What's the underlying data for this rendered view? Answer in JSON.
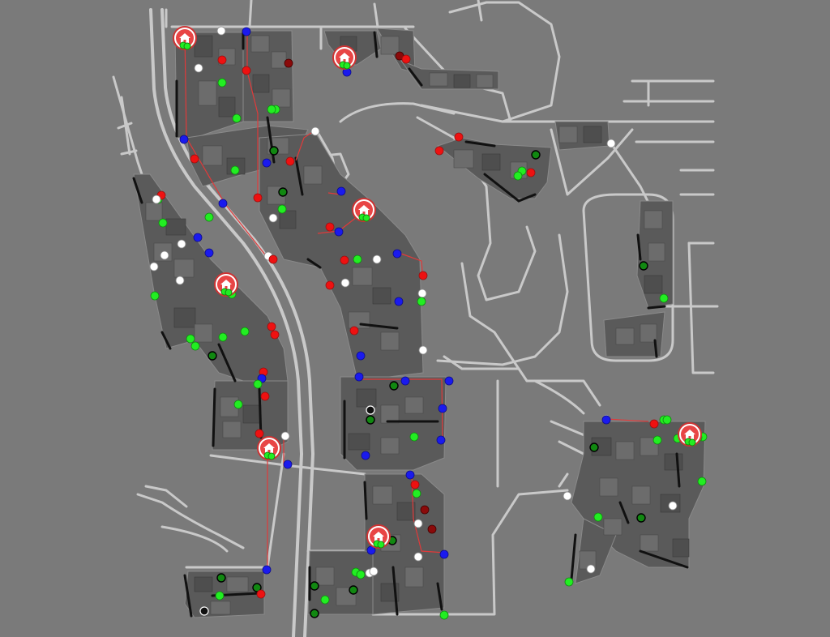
{
  "map": {
    "colors": {
      "background": "#7a7a7a",
      "road": "#c9c9c9",
      "block": "#5a5a5a",
      "building": "#6c6c6c",
      "blockade": "#111111",
      "path": "#e03a3a"
    },
    "legend_meaning": {
      "green": "agent",
      "red": "agent",
      "blue": "agent",
      "white": "agent",
      "darkred": "agent",
      "darkgreen": "agent",
      "black": "agent"
    },
    "refuge_icon": "refuge-house-icon"
  }
}
